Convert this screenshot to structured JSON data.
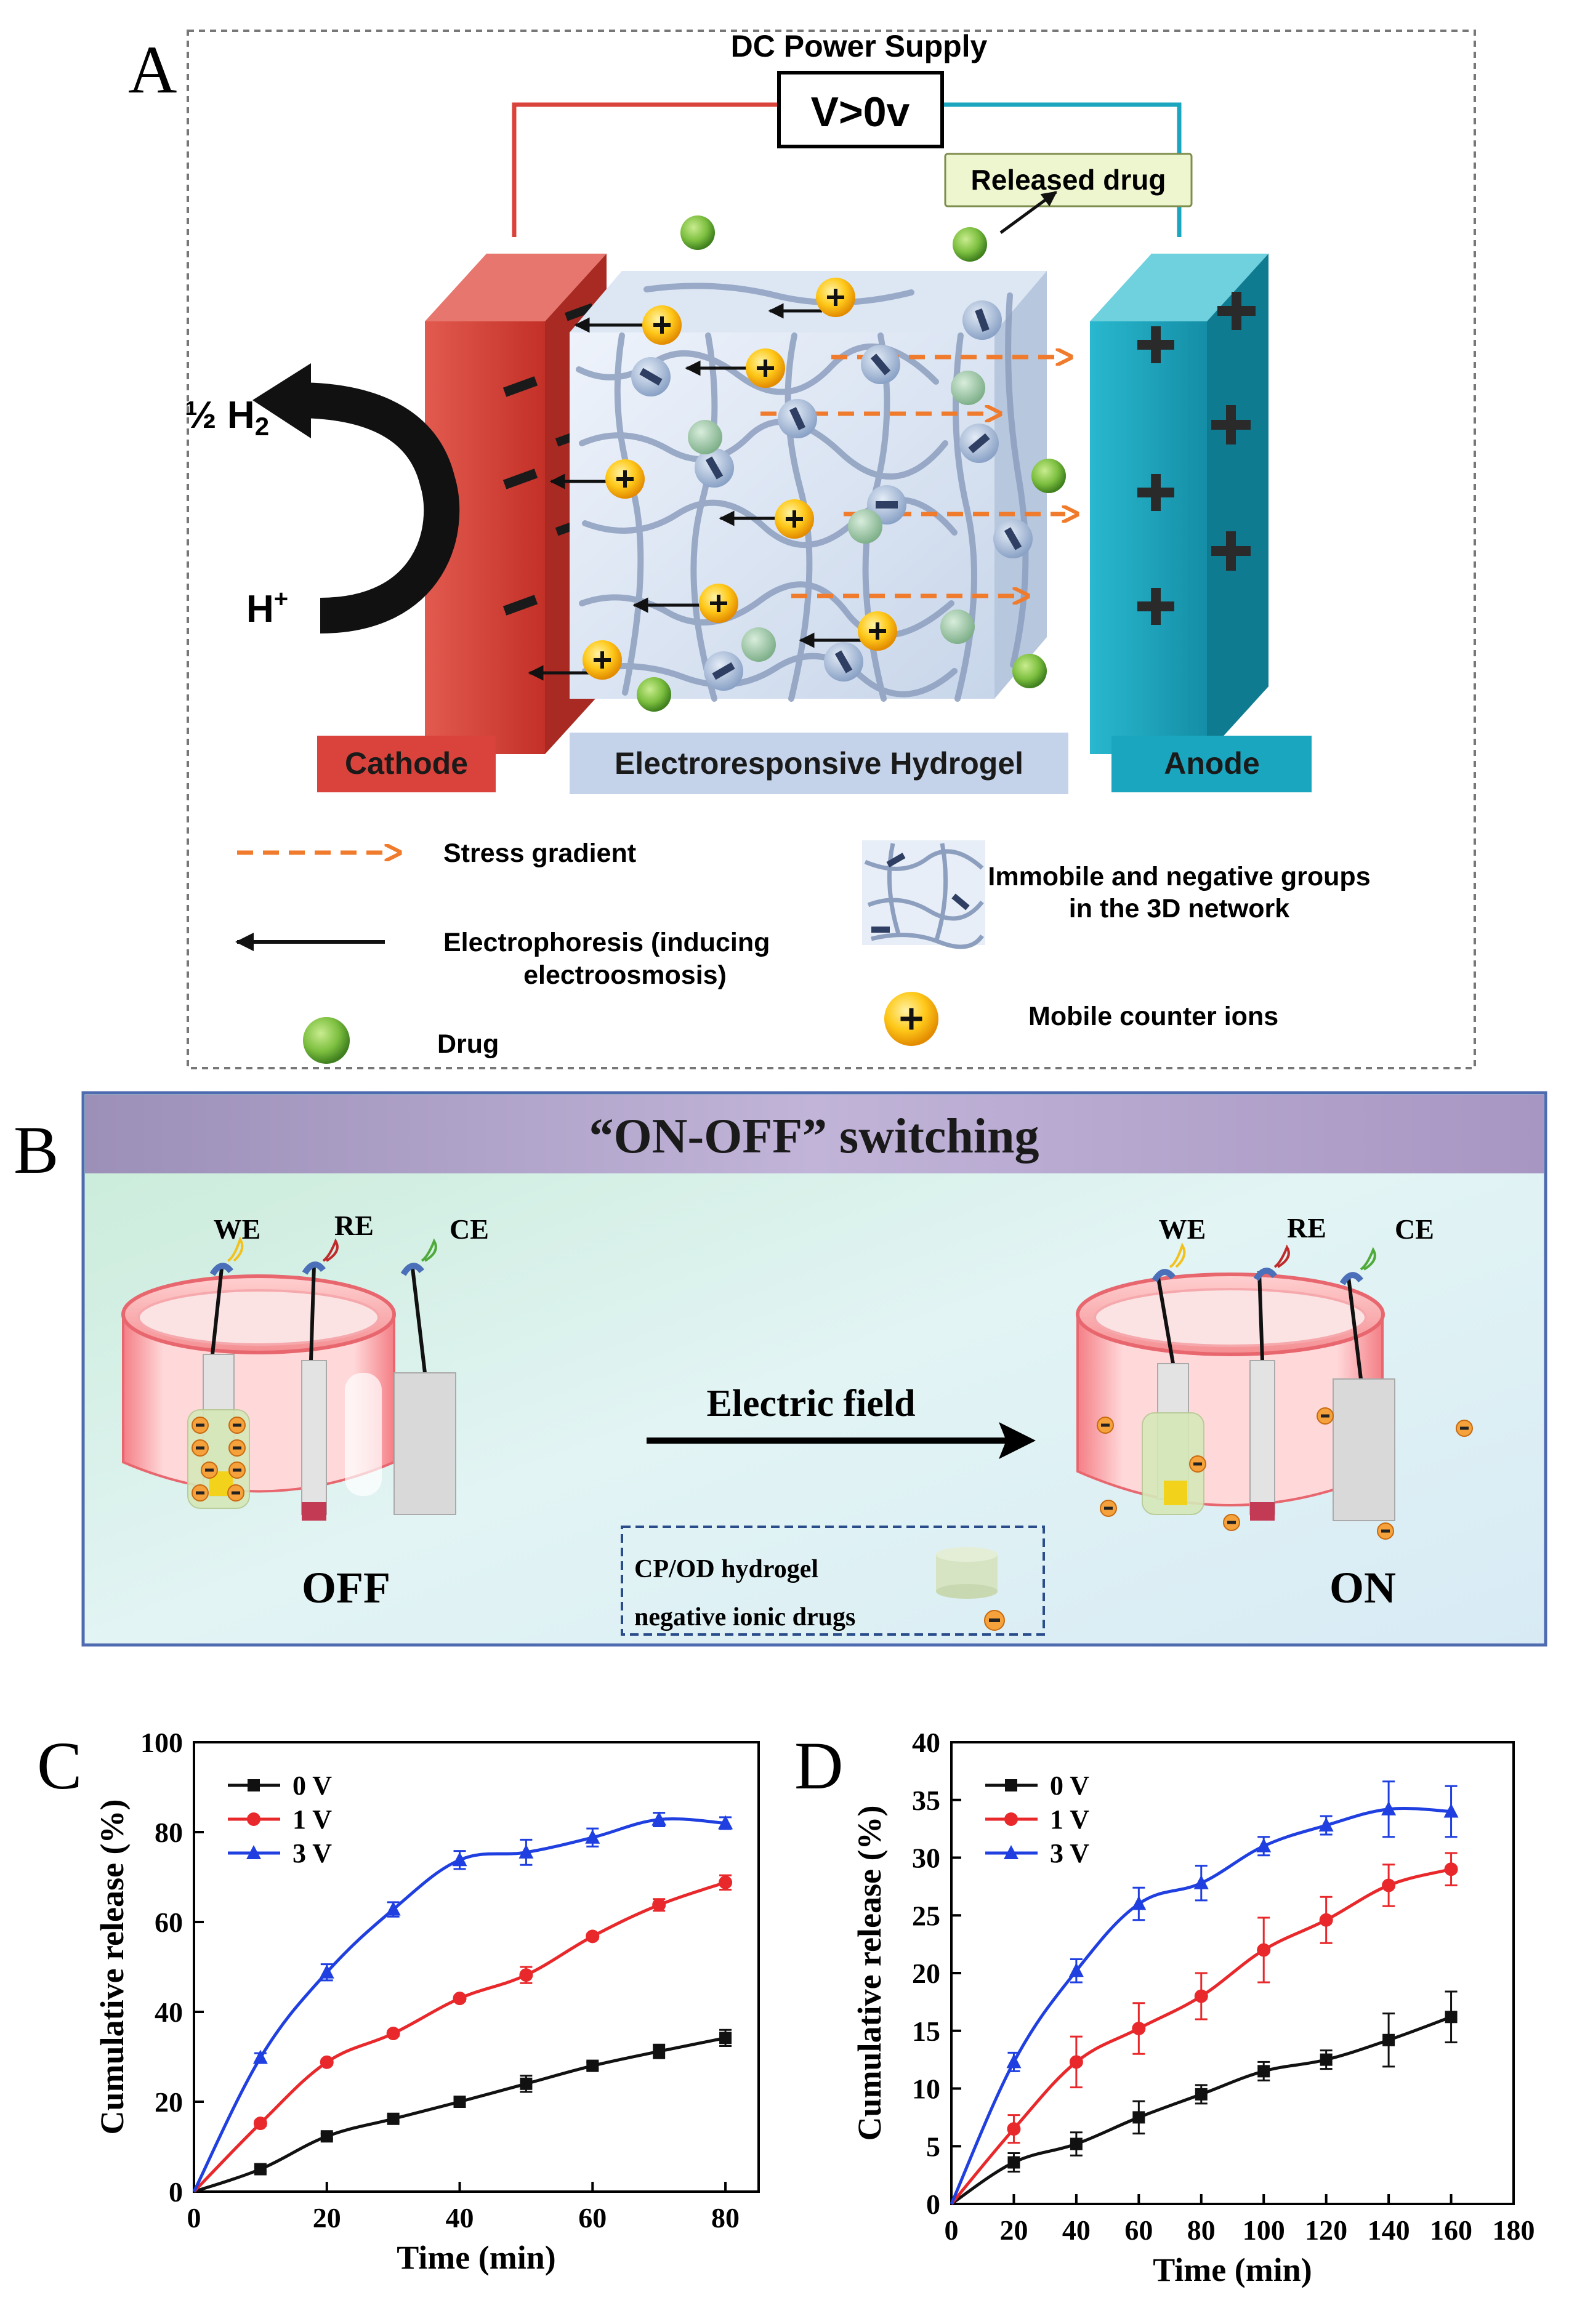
{
  "panel_a": {
    "letter": "A",
    "power_supply_title": "DC Power Supply",
    "voltage_label": "V>0v",
    "released_drug_label": "Released drug",
    "half_h2_label": "½ H",
    "half_h2_subscript": "2",
    "h_plus_label": "H",
    "h_plus_superscript": "+",
    "cathode_label": "Cathode",
    "hydrogel_label": "Electroresponsive Hydrogel",
    "anode_label": "Anode",
    "legend": {
      "stress_gradient": "Stress gradient",
      "electrophoresis_line1": "Electrophoresis (inducing",
      "electrophoresis_line2": "electroosmosis)",
      "drug": "Drug",
      "immobile_line1": "Immobile and negative groups",
      "immobile_line2": "in the 3D network",
      "mobile": "Mobile counter ions"
    },
    "colors": {
      "cathode": "#d9433b",
      "anode": "#1aa6bf",
      "drug": "#7cbf3f",
      "ion": "#f5b400",
      "arrow_dash": "#f07b2c"
    }
  },
  "panel_b": {
    "letter": "B",
    "title": "“ON-OFF” switching",
    "electrode_we": "WE",
    "electrode_re": "RE",
    "electrode_ce": "CE",
    "field_label": "Electric field",
    "off_label": "OFF",
    "on_label": "ON",
    "legend_hydrogel": "CP/OD hydrogel",
    "legend_drugs": "negative ionic drugs"
  },
  "charts": [
    {
      "letter": "C",
      "chart_data": {
        "type": "line",
        "xlabel": "Time (min)",
        "ylabel": "Cumulative release (%)",
        "xlim": [
          0,
          85
        ],
        "ylim": [
          0,
          100
        ],
        "xticks": [
          0,
          20,
          40,
          60,
          80
        ],
        "yticks": [
          0,
          20,
          40,
          60,
          80,
          100
        ],
        "legend_position": "top-left",
        "series": [
          {
            "name": "0 V",
            "color": "#111111",
            "marker": "square",
            "x": [
              0,
              10,
              20,
              30,
              40,
              50,
              60,
              70,
              80
            ],
            "y": [
              0,
              5,
              12.3,
              16.2,
              20,
              24,
              28,
              31.2,
              34.2
            ],
            "err": [
              0,
              0.5,
              0.6,
              0.6,
              0.7,
              1.8,
              0.8,
              1.5,
              1.8
            ]
          },
          {
            "name": "1 V",
            "color": "#e8282b",
            "marker": "circle",
            "x": [
              0,
              10,
              20,
              30,
              40,
              50,
              60,
              70,
              80
            ],
            "y": [
              0,
              15.2,
              28.8,
              35.2,
              43,
              48.2,
              56.8,
              63.8,
              68.8
            ],
            "err": [
              0,
              0.6,
              0.6,
              0.6,
              0.6,
              1.8,
              0.6,
              1.3,
              1.6
            ]
          },
          {
            "name": "3 V",
            "color": "#1f3fe0",
            "marker": "triangle",
            "x": [
              0,
              10,
              20,
              30,
              40,
              50,
              60,
              70,
              80
            ],
            "y": [
              0,
              29.8,
              48.8,
              62.8,
              73.8,
              75.5,
              78.8,
              82.8,
              82
            ],
            "err": [
              0,
              1,
              1.8,
              1.6,
              2,
              2.8,
              2,
              1.5,
              1.3
            ]
          }
        ]
      }
    },
    {
      "letter": "D",
      "chart_data": {
        "type": "line",
        "xlabel": "Time (min)",
        "ylabel": "Cumulative release (%)",
        "xlim": [
          0,
          180
        ],
        "ylim": [
          0,
          40
        ],
        "xticks": [
          0,
          20,
          40,
          60,
          80,
          100,
          120,
          140,
          160,
          180
        ],
        "yticks": [
          0,
          5,
          10,
          15,
          20,
          25,
          30,
          35,
          40
        ],
        "legend_position": "top-left",
        "series": [
          {
            "name": "0 V",
            "color": "#111111",
            "marker": "square",
            "x": [
              0,
              20,
              40,
              60,
              80,
              100,
              120,
              140,
              160
            ],
            "y": [
              0,
              3.6,
              5.2,
              7.5,
              9.5,
              11.5,
              12.5,
              14.2,
              16.2
            ],
            "err": [
              0,
              0.8,
              1,
              1.4,
              0.8,
              0.8,
              0.8,
              2.3,
              2.2
            ]
          },
          {
            "name": "1 V",
            "color": "#e8282b",
            "marker": "circle",
            "x": [
              0,
              20,
              40,
              60,
              80,
              100,
              120,
              140,
              160
            ],
            "y": [
              0,
              6.5,
              12.3,
              15.2,
              18,
              22,
              24.6,
              27.6,
              29
            ],
            "err": [
              0,
              1.2,
              2.2,
              2.2,
              2,
              2.8,
              2,
              1.8,
              1.4
            ]
          },
          {
            "name": "3 V",
            "color": "#1f3fe0",
            "marker": "triangle",
            "x": [
              0,
              20,
              40,
              60,
              80,
              100,
              120,
              140,
              160
            ],
            "y": [
              0,
              12.3,
              20.2,
              26,
              27.8,
              31,
              32.8,
              34.2,
              34
            ],
            "err": [
              0,
              0.8,
              1,
              1.4,
              1.5,
              0.8,
              0.8,
              2.4,
              2.2
            ]
          }
        ]
      }
    }
  ]
}
